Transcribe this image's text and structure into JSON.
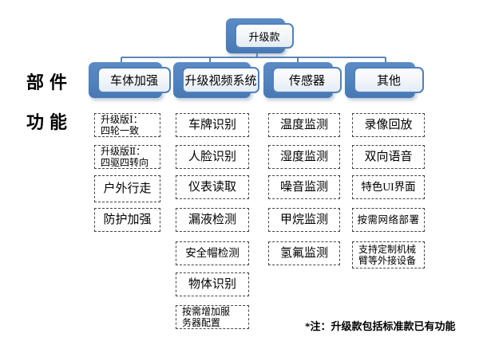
{
  "colors": {
    "accent_blue": "#4f81bd",
    "connector": "#4576ad",
    "dashed_border": "#444444"
  },
  "side_labels": {
    "components": "部件",
    "functions": "功能"
  },
  "root": {
    "label": "升级款"
  },
  "branches": [
    {
      "label": "车体加强",
      "items": [
        "升级版Ⅰ：\n四轮一致",
        "升级版Ⅱ：\n四驱四转向",
        "户外行走",
        "防护加强"
      ]
    },
    {
      "label": "升级视频系统",
      "items": [
        "车牌识别",
        "人脸识别",
        "仪表读取",
        "漏液检测",
        "安全帽检测",
        "物体识别",
        "按需增加服\n务器配置"
      ]
    },
    {
      "label": "传感器",
      "items": [
        "温度监测",
        "湿度监测",
        "噪音监测",
        "甲烷监测",
        "氢氟监测"
      ]
    },
    {
      "label": "其他",
      "items": [
        "录像回放",
        "双向语音",
        "特色UI界面",
        "按需网络部署",
        "支持定制机械\n臂等外接设备"
      ]
    }
  ],
  "footnote": "*注：升级款包括标准款已有功能"
}
